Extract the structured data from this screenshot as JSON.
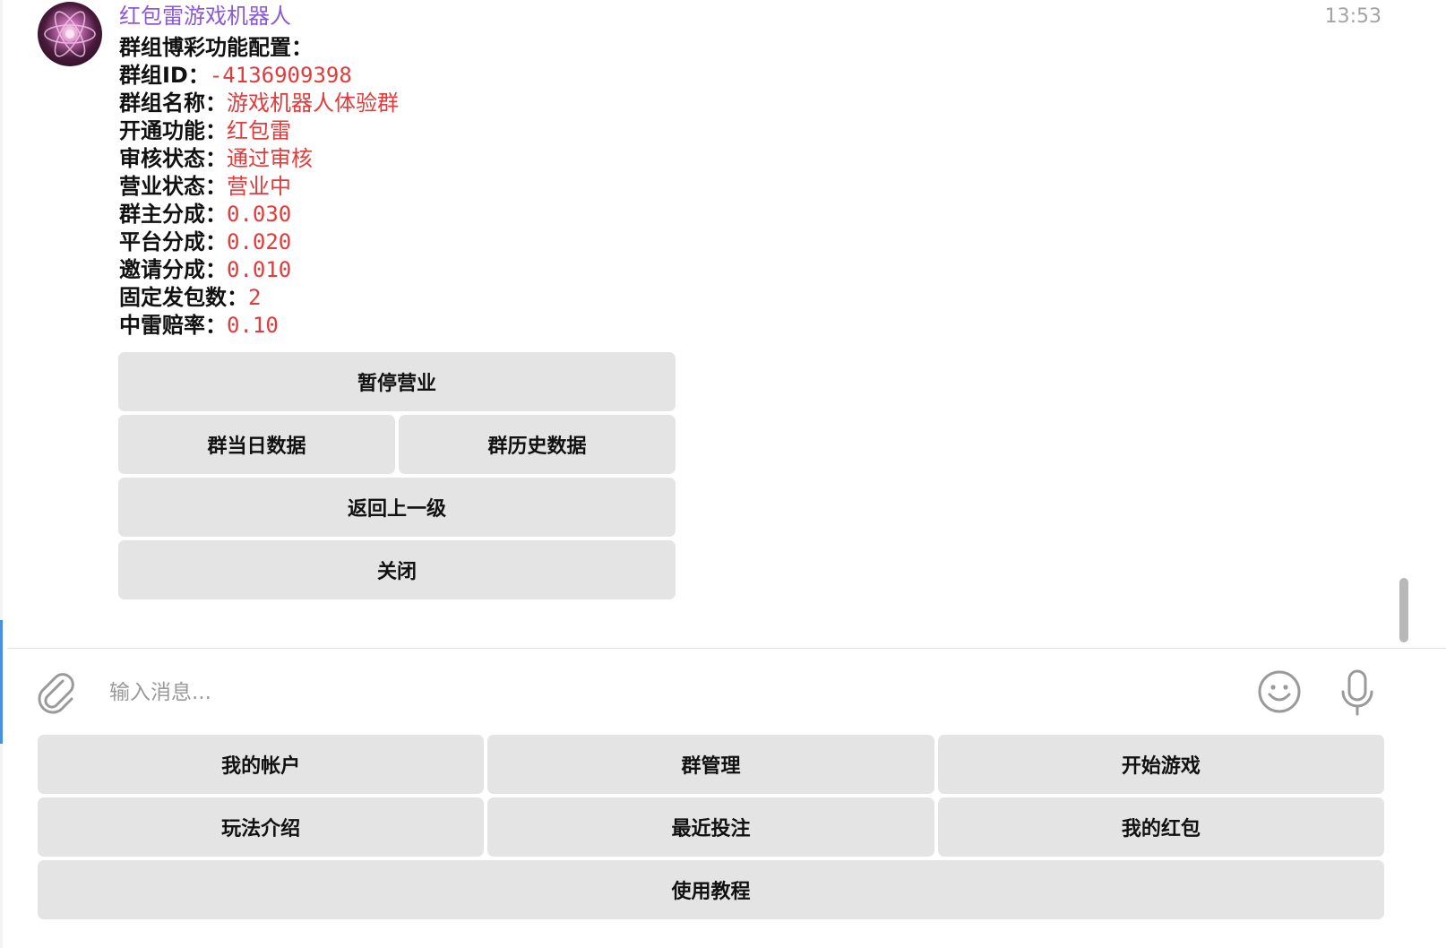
{
  "message": {
    "sender": "红包雷游戏机器人",
    "time": "13:53",
    "title": "群组博彩功能配置：",
    "fields": [
      {
        "label": "群组ID：",
        "value": "-4136909398"
      },
      {
        "label": "群组名称：",
        "value": "游戏机器人体验群"
      },
      {
        "label": "开通功能：",
        "value": "红包雷"
      },
      {
        "label": "审核状态：",
        "value": "通过审核"
      },
      {
        "label": "营业状态：",
        "value": "营业中"
      },
      {
        "label": "群主分成：",
        "value": "0.030"
      },
      {
        "label": "平台分成：",
        "value": "0.020"
      },
      {
        "label": "邀请分成：",
        "value": "0.010"
      },
      {
        "label": "固定发包数：",
        "value": "2"
      },
      {
        "label": "中雷赔率：",
        "value": "0.10"
      }
    ]
  },
  "inline_keyboard": {
    "pause": "暂停营业",
    "today_data": "群当日数据",
    "history_data": "群历史数据",
    "back": "返回上一级",
    "close": "关闭"
  },
  "composer": {
    "placeholder": "输入消息...",
    "icons": {
      "attach": "paperclip-icon",
      "emoji": "smiley-icon",
      "mic": "microphone-icon"
    }
  },
  "reply_keyboard": {
    "my_account": "我的帐户",
    "group_manage": "群管理",
    "start_game": "开始游戏",
    "how_to_play": "玩法介绍",
    "recent_bets": "最近投注",
    "my_red_packets": "我的红包",
    "tutorial": "使用教程"
  },
  "colors": {
    "sender": "#8c5ad6",
    "value": "#e23b3b",
    "button": "#e4e4e4",
    "accent": "#4a90e2"
  }
}
